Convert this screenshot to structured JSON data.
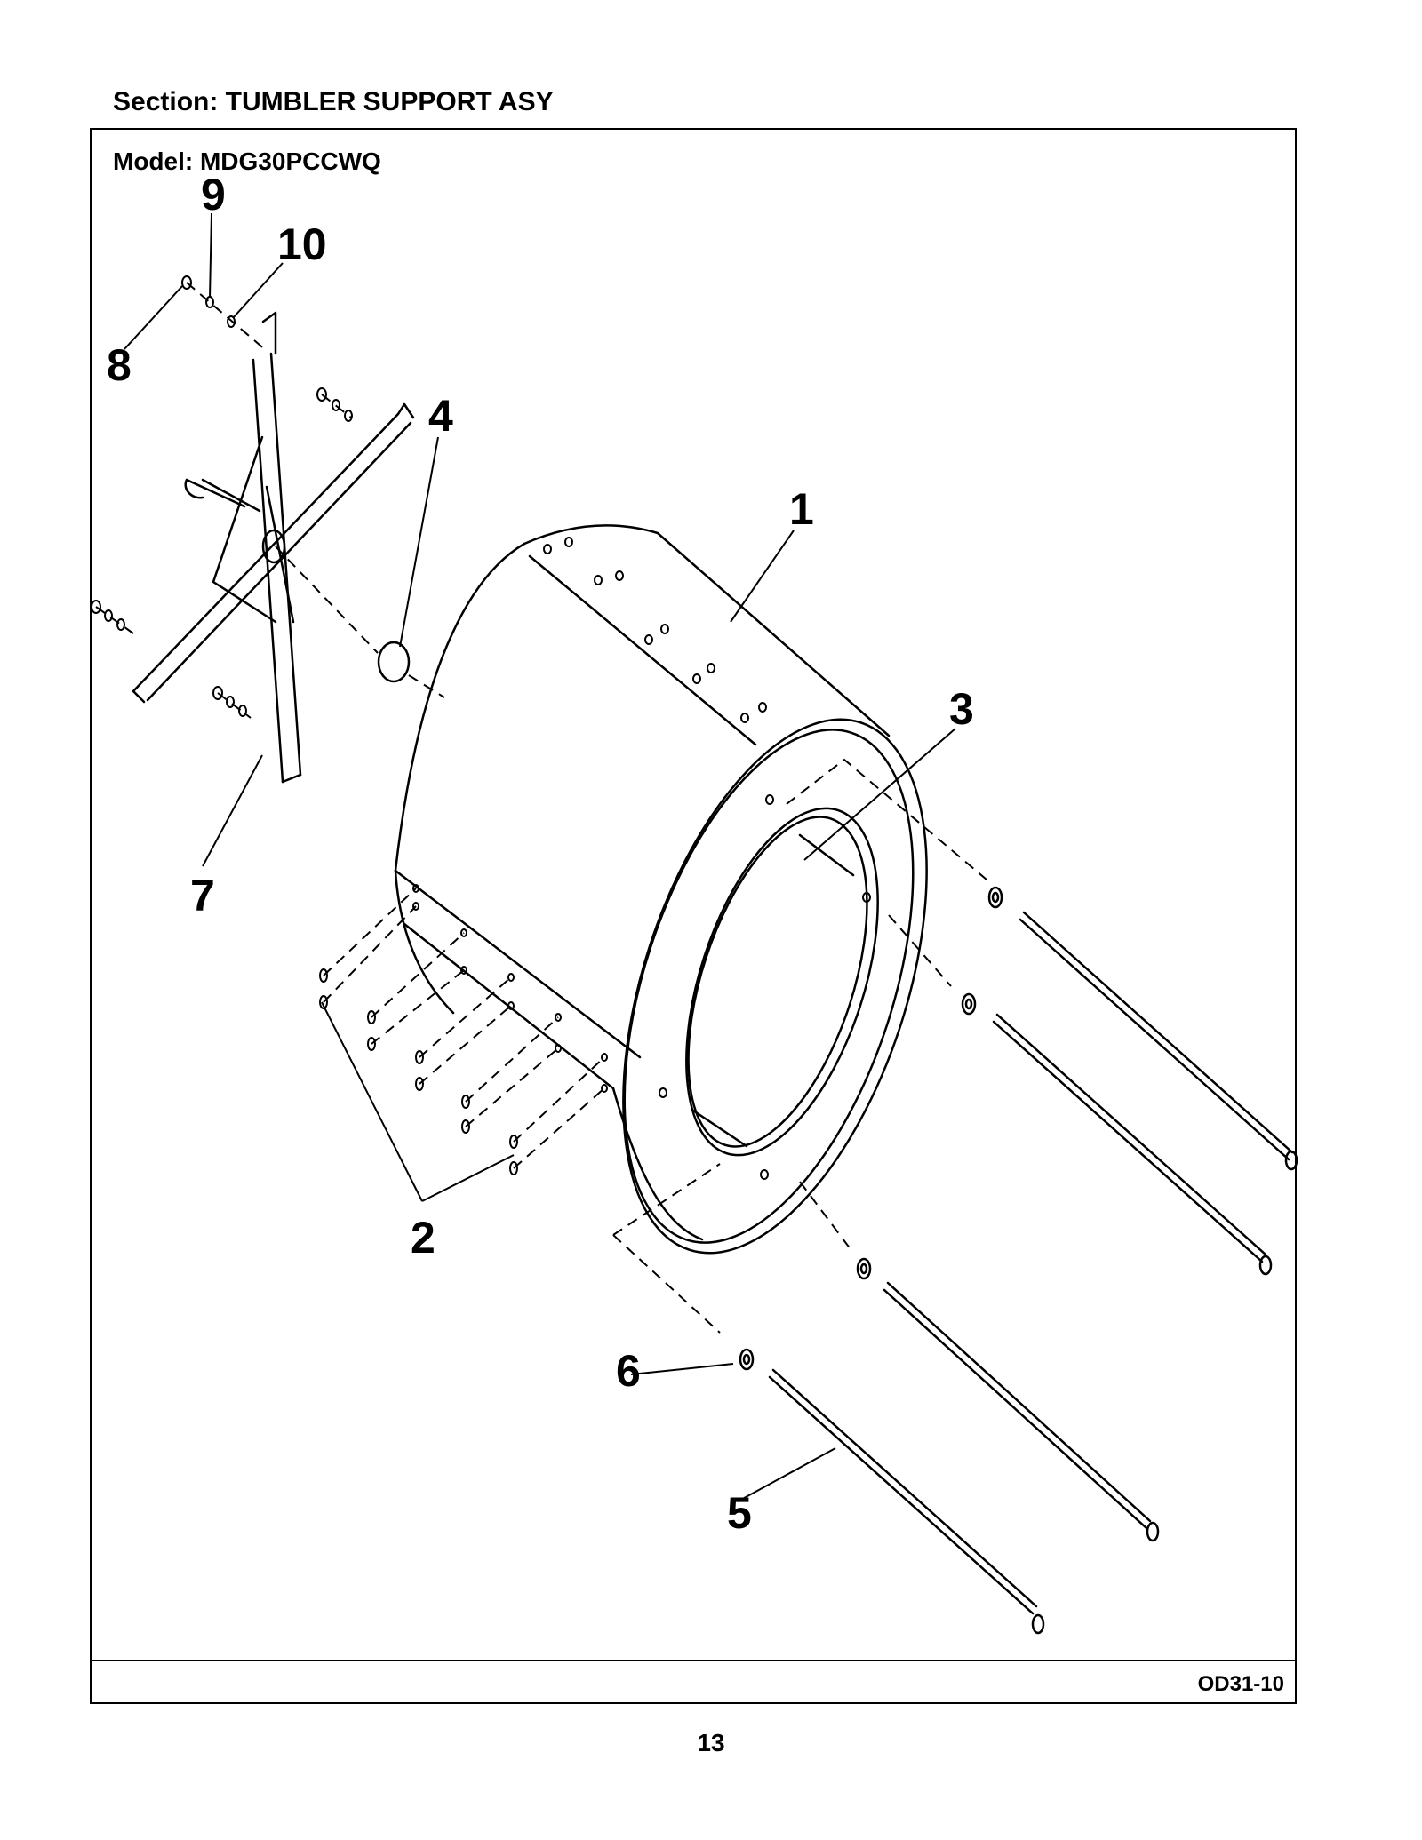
{
  "header": {
    "section": "Section:  TUMBLER SUPPORT ASY"
  },
  "frame": {
    "model": "Model:  MDG30PCCWQ",
    "code": "OD31-10"
  },
  "page": {
    "number": "13"
  },
  "callouts": [
    "1",
    "2",
    "3",
    "4",
    "5",
    "6",
    "7",
    "8",
    "9",
    "10"
  ]
}
